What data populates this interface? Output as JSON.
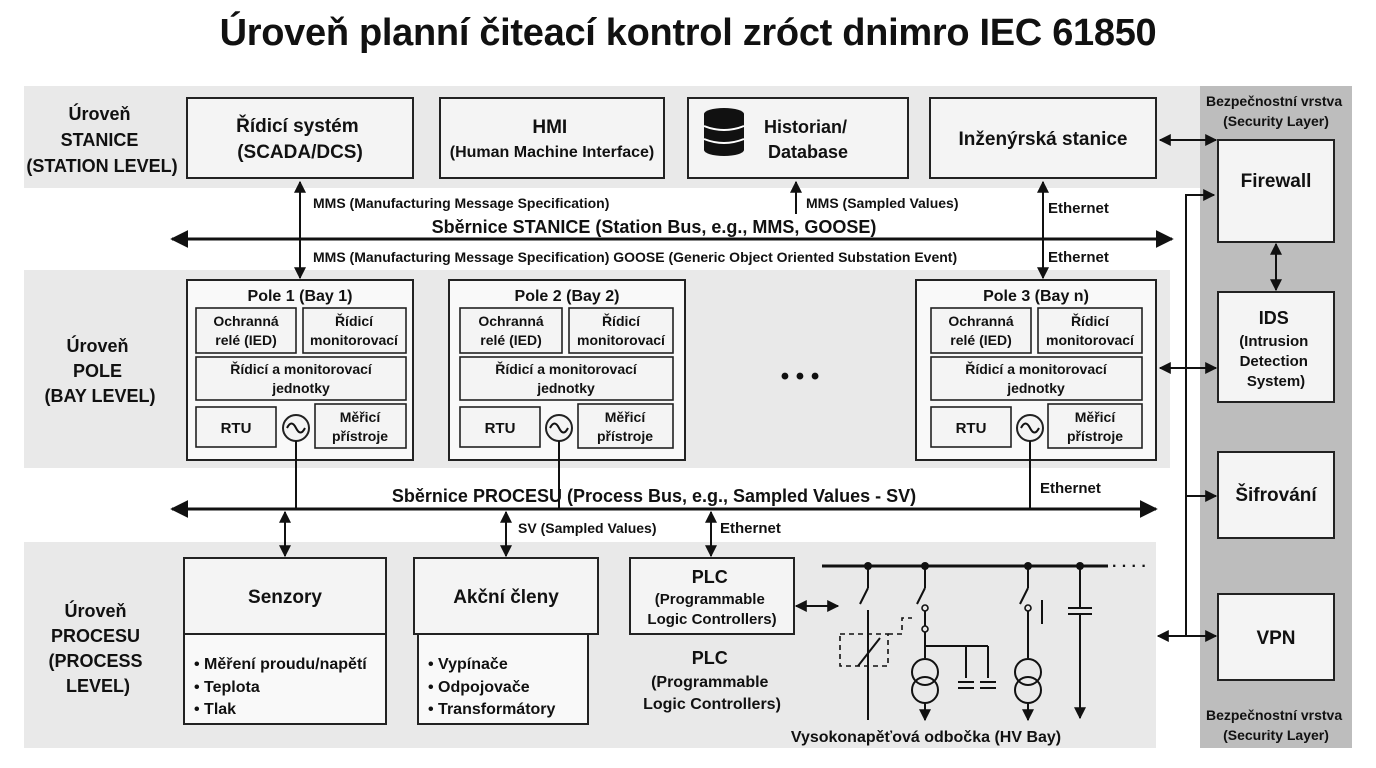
{
  "title": "Úroveň planní čiteací kontrol zróct dnimro IEC 61850",
  "levels": {
    "station": [
      "Úroveň",
      "STANICE",
      "(STATION LEVEL)"
    ],
    "bay": [
      "Úroveň",
      "POLE",
      "(BAY LEVEL)"
    ],
    "process": [
      "Úroveň",
      "PROCESU",
      "(PROCESS",
      "LEVEL)"
    ]
  },
  "station": {
    "scada": [
      "Řídicí systém",
      "(SCADA/DCS)"
    ],
    "hmi": [
      "HMI",
      "(Human Machine Interface)"
    ],
    "historian": [
      "Historian/",
      "Database"
    ],
    "engineering": "Inženýrská stanice",
    "icon": "database-icon"
  },
  "station_bus": {
    "label": "Sběrnice STANICE (Station Bus, e.g., MMS, GOOSE)",
    "mms_top": "MMS (Manufacturing Message Specification)",
    "mms_sv": "MMS (Sampled Values)",
    "ethernet_top": "Ethernet",
    "mms_goose": "MMS (Manufacturing Message Specification) GOOSE (Generic Object Oriented Substation Event)",
    "ethernet_bottom": "Ethernet"
  },
  "bays": [
    {
      "title": "Pole 1 (Bay 1)",
      "relay": [
        "Ochranná",
        "relé (IED)"
      ],
      "control": [
        "Řídicí",
        "monitorovací"
      ],
      "unit": [
        "Řídicí a monitorovací",
        "jednotky"
      ],
      "rtu": "RTU",
      "meter": [
        "Měřicí",
        "přístroje"
      ]
    },
    {
      "title": "Pole 2 (Bay 2)",
      "relay": [
        "Ochranná",
        "relé (IED)"
      ],
      "control": [
        "Řídicí",
        "monitorovací"
      ],
      "unit": [
        "Řídicí a monitorovací",
        "jednotky"
      ],
      "rtu": "RTU",
      "meter": [
        "Měřicí",
        "přístroje"
      ]
    },
    {
      "title": "Pole 3 (Bay n)",
      "relay": [
        "Ochranná",
        "relé (IED)"
      ],
      "control": [
        "Řídicí",
        "monitorovací"
      ],
      "unit": [
        "Řídicí a monitorovací",
        "jednotky"
      ],
      "rtu": "RTU",
      "meter": [
        "Měřicí",
        "přístroje"
      ]
    }
  ],
  "ellipsis": "• • •",
  "process_bus": {
    "label": "Sběrnice PROCESU (Process Bus, e.g., Sampled Values - SV)",
    "ethernet": "Ethernet",
    "sv": "SV (Sampled Values)",
    "ethernet2": "Ethernet"
  },
  "process": {
    "sensors": {
      "title": "Senzory",
      "items": [
        "Měření proudu/napětí",
        "Teplota",
        "Tlak"
      ]
    },
    "actuators": {
      "title": "Akční členy",
      "items": [
        "Vypínače",
        "Odpojovače",
        "Transformátory"
      ]
    },
    "plc_box": [
      "PLC",
      "(Programmable",
      "Logic Controllers)"
    ],
    "plc_label": [
      "PLC",
      "(Programmable",
      "Logic Controllers)"
    ],
    "hv_bay": "Vysokonapěťová odbočka (HV Bay)",
    "hv_ellipsis": "· · · ·"
  },
  "security": {
    "top_label": [
      "Bezpečnostní vrstva",
      "(Security Layer)"
    ],
    "bottom_label": [
      "Bezpečnostní vrstva",
      "(Security Layer)"
    ],
    "firewall": "Firewall",
    "ids": [
      "IDS",
      "(Intrusion",
      "Detection",
      "System)"
    ],
    "encryption": "Šifrování",
    "vpn": "VPN"
  },
  "colors": {
    "band": "#e9e9e9",
    "security_band": "#bdbdbd",
    "box_fill": "#f4f4f4",
    "stroke": "#222222"
  }
}
